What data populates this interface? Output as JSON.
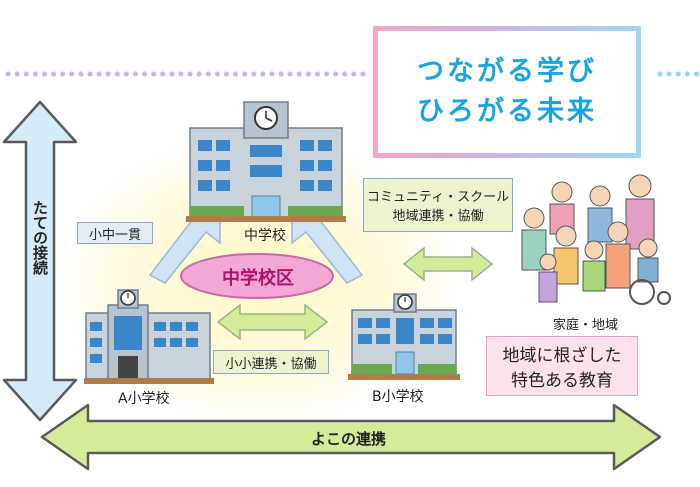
{
  "headline": {
    "line1": "つながる学び",
    "line2": "ひろがる未来"
  },
  "labels": {
    "vertical": "たての接続",
    "horizontal": "よこの連携",
    "junior_high": "中学校",
    "district": "中学校区",
    "elem_a": "A小学校",
    "elem_b": "B小学校",
    "community": "家庭・地域",
    "integrated": "小中一貫",
    "elem_collab": "小小連携・協働",
    "community_school_1": "コミュニティ・スクール",
    "community_school_2": "地域連携・協働",
    "local_edu_1": "地域に根ざした",
    "local_edu_2": "特色ある教育"
  },
  "icons": [
    "school-building-icon",
    "clock-icon",
    "people-group-icon",
    "wheelchair-icon"
  ],
  "colors": {
    "accent": "#1ba4e0",
    "pink": "#e88fc0",
    "arrow": "#d6ebf8",
    "green": "#d4ec9a",
    "district_fill": "#f2a7d5"
  }
}
